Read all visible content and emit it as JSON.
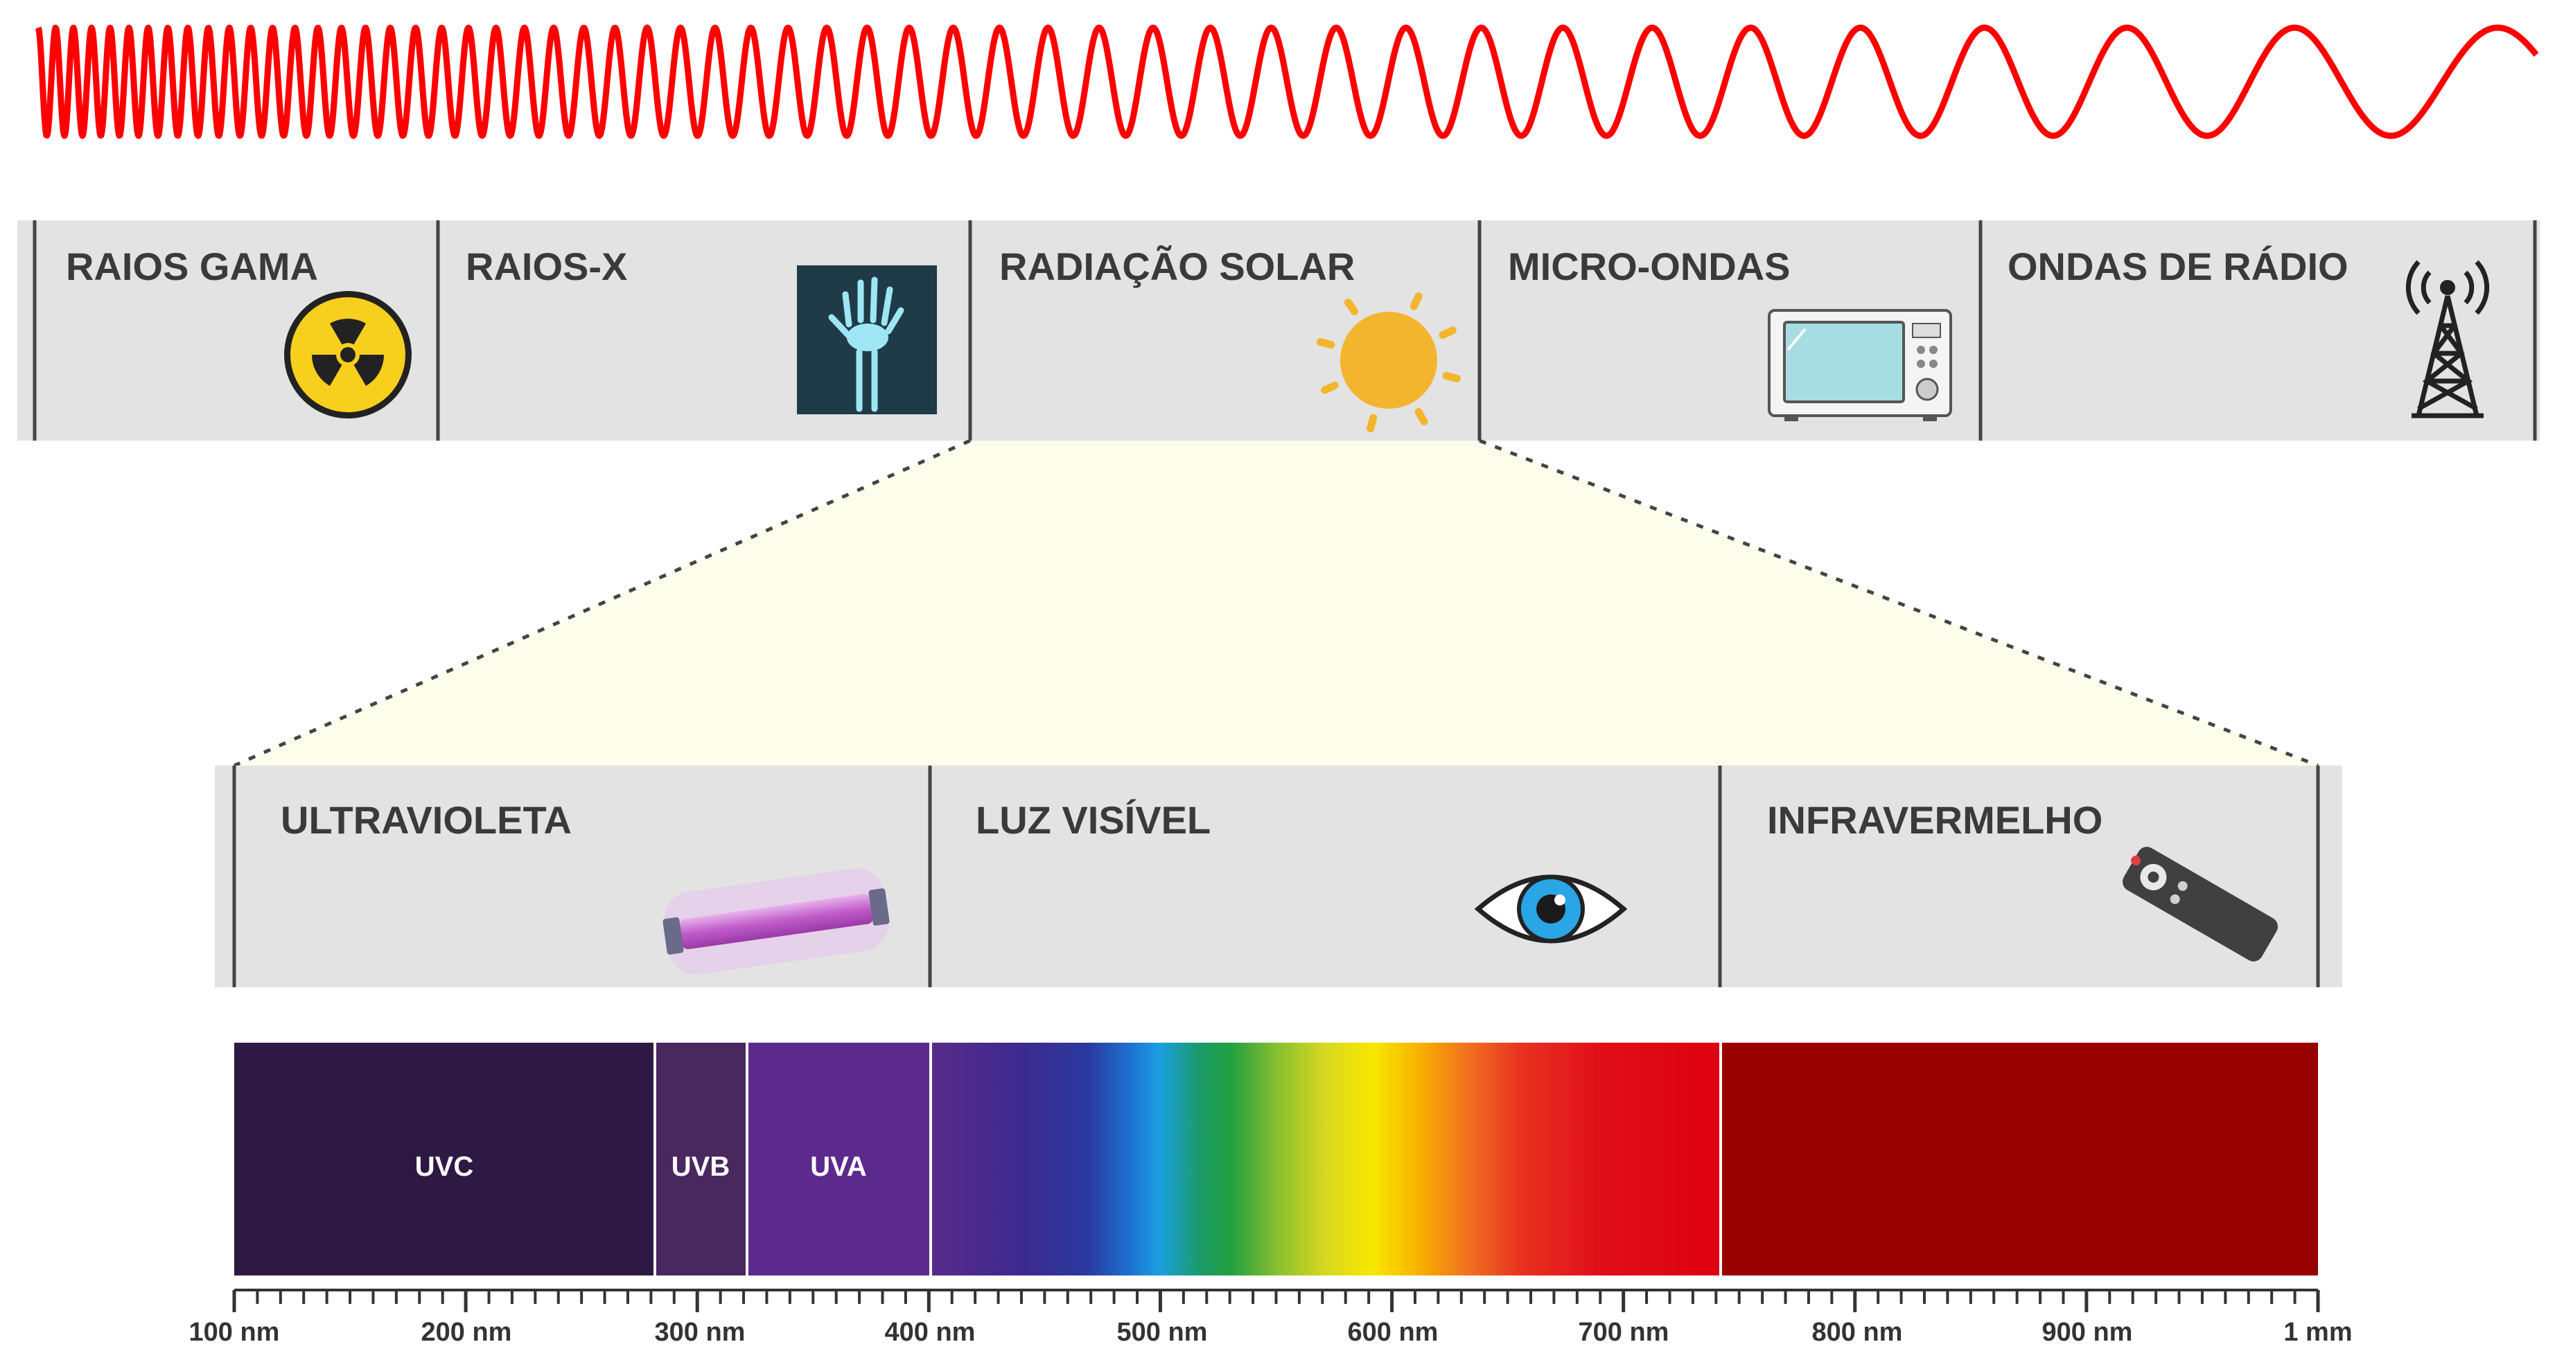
{
  "top_bands": [
    {
      "label": "RAIOS GAMA",
      "icon": "radiation-icon"
    },
    {
      "label": "RAIOS-X",
      "icon": "xray-hand-icon"
    },
    {
      "label": "RADIAÇÃO SOLAR",
      "icon": "sun-icon"
    },
    {
      "label": "MICRO-ONDAS",
      "icon": "microwave-icon"
    },
    {
      "label": "ONDAS DE RÁDIO",
      "icon": "radio-tower-icon"
    }
  ],
  "solar_bands": [
    {
      "label": "ULTRAVIOLETA",
      "icon": "uv-lamp-icon"
    },
    {
      "label": "LUZ VISÍVEL",
      "icon": "eye-icon"
    },
    {
      "label": "INFRAVERMELHO",
      "icon": "remote-control-icon"
    }
  ],
  "spectrum_bands": [
    {
      "label": "UVC",
      "color": "#2e1844"
    },
    {
      "label": "UVB",
      "color": "#48285f"
    },
    {
      "label": "UVA",
      "color": "#5b2a8c"
    }
  ],
  "infrared_color": "#990000",
  "wave_color": "#ff0000",
  "axis_labels": [
    "100 nm",
    "200 nm",
    "300 nm",
    "400 nm",
    "500 nm",
    "600 nm",
    "700 nm",
    "800 nm",
    "900 nm",
    "1 mm"
  ]
}
